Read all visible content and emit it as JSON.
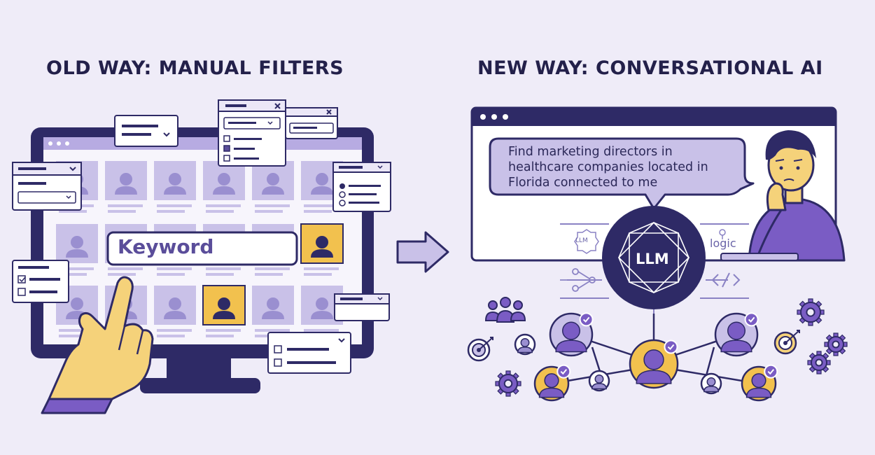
{
  "headings": {
    "old": "OLD WAY: MANUAL FILTERS",
    "new": "NEW WAY: CONVERSATIONAL AI"
  },
  "old_way": {
    "search_label": "Keyword"
  },
  "new_way": {
    "query_lines": [
      "Find marketing directors in",
      "healthcare companies located in",
      "Florida connected to me"
    ],
    "core_label": "LLM",
    "left_node_label": "LLM",
    "right_node_label": "logic",
    "code_symbol": "</>"
  },
  "colors": {
    "background": "#efecf8",
    "navy": "#2e2a66",
    "purple": "#7a5cc4",
    "lavender": "#c9c1e8",
    "highlight": "#f2c14e",
    "skin": "#f5d27a"
  }
}
